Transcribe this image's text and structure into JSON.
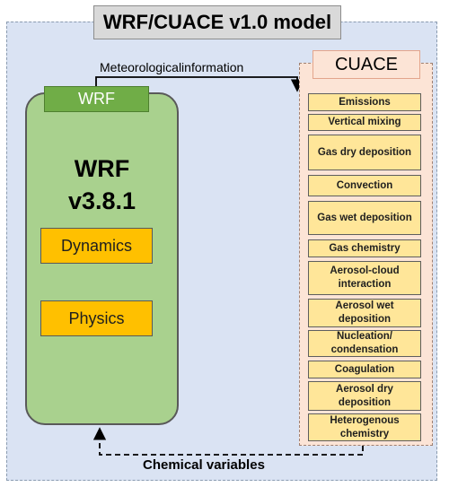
{
  "title": "WRF/CUACE v1.0 model",
  "meteorological_label": "Meteorologicalinformation",
  "chemical_label": "Chemical variables",
  "wrf": {
    "tag": "WRF",
    "name_line1": "WRF",
    "name_line2": "v3.8.1",
    "boxes": [
      "Dynamics",
      "Physics"
    ]
  },
  "cuace": {
    "tag": "CUACE",
    "processes": [
      "Emissions",
      "Vertical mixing",
      "Gas dry deposition",
      "Convection",
      "Gas wet deposition",
      "Gas chemistry",
      "Aerosol-cloud interaction",
      "Aerosol wet deposition",
      "Nucleation/ condensation",
      "Coagulation",
      "Aerosol dry deposition",
      "Heterogenous chemistry"
    ]
  },
  "colors": {
    "background": "#dae3f3",
    "wrf_panel": "#a9d18e",
    "wrf_tag": "#70ad47",
    "wrf_box": "#ffc000",
    "cuace_panel": "#fce4d6",
    "process_box": "#ffe699",
    "title_box": "#d9d9d9"
  }
}
